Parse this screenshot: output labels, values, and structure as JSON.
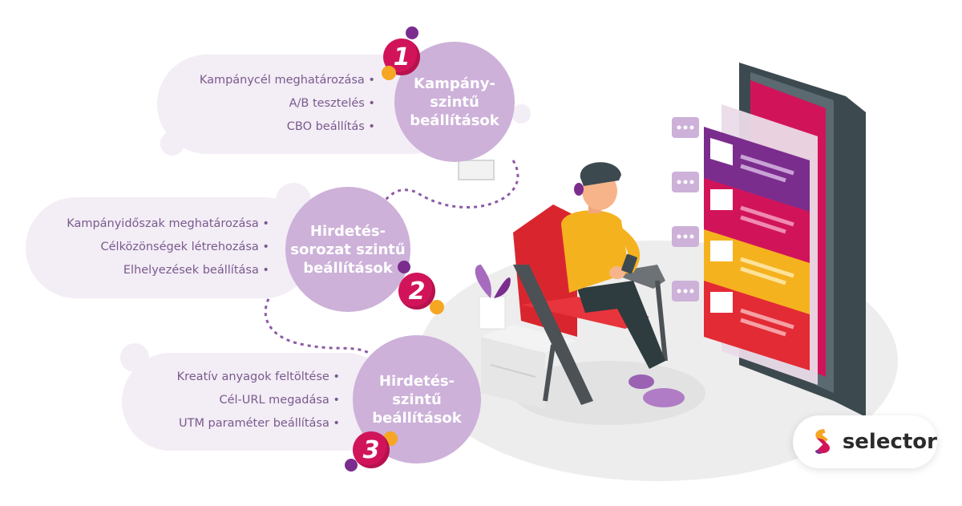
{
  "steps": [
    {
      "number": "1",
      "title": "Kampány-\nszintű\nbeállítások",
      "items": [
        "Kampánycél meghatározása",
        "A/B tesztelés",
        "CBO beállítás"
      ]
    },
    {
      "number": "2",
      "title": "Hirdetés-\nsorozat szintű\nbeállítások",
      "items": [
        "Kampányidőszak meghatározása",
        "Célközönségek létrehozása",
        "Elhelyezések beállítása"
      ]
    },
    {
      "number": "3",
      "title": "Hirdetés-\nszintű\nbeállítások",
      "items": [
        "Kreatív anyagok feltöltése",
        "Cél-URL megadása",
        "UTM paraméter beállítása"
      ]
    }
  ],
  "brand": {
    "name": "selector",
    "colors": {
      "magenta": "#d1145a",
      "gold": "#f5a623",
      "purple": "#7b2d8e",
      "lilac": "#cdb1d9"
    }
  },
  "icons": [
    "chat-bubble-icon",
    "close-icon",
    "plant-icon",
    "phone-icon",
    "selector-logo-icon"
  ]
}
